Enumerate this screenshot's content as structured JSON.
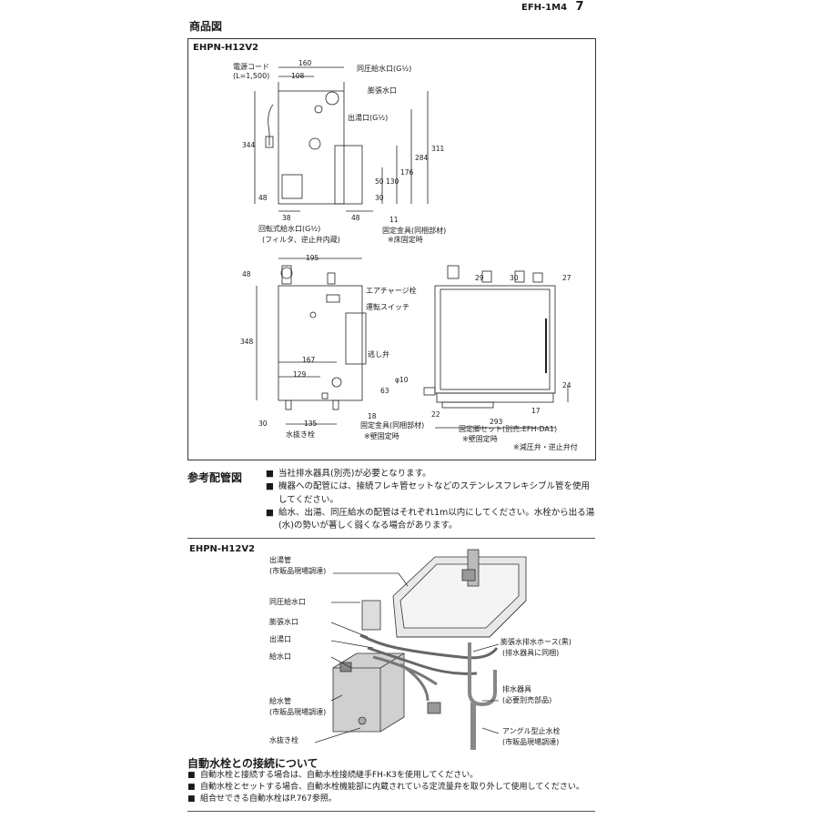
{
  "corner": {
    "code": "EFH-1M4",
    "mark": "7"
  },
  "product_section": {
    "title": "商品図",
    "model": "EHPN-H12V2"
  },
  "top_view": {
    "labels": {
      "power_cord": "電源コード",
      "power_cord_len": "(L=1,500)",
      "same_pressure_inlet": "同圧給水口(G½)",
      "expansion_outlet": "膨張水口",
      "hot_outlet": "出湯口(G½)",
      "rotary_inlet": "回転式給水口(G½)",
      "rotary_inlet_note": "(フィルタ、逆止弁内蔵)",
      "fixing_bracket": "固定金具(同梱部材)",
      "floor_fixing": "※床固定時"
    },
    "dims": [
      "160",
      "108",
      "344",
      "311",
      "284",
      "176",
      "130",
      "50",
      "30",
      "48",
      "38",
      "48",
      "11"
    ]
  },
  "front_view": {
    "labels": {
      "air_charge": "エアチャージ栓",
      "switch": "運転スイッチ",
      "relief": "逃し弁",
      "drain_plug": "水抜き栓",
      "fixing_bracket": "固定金具(同梱部材)",
      "wall_fixing": "※壁固定時",
      "diameter": "φ10"
    },
    "dims": [
      "195",
      "48",
      "348",
      "167",
      "129",
      "63",
      "18",
      "30",
      "135"
    ]
  },
  "side_view": {
    "labels": {
      "foot_set": "固定脚セット(別売:EFH-DA1)",
      "wall_fixing": "※壁固定時",
      "valve_note": "※減圧弁・逆止弁付"
    },
    "dims": [
      "29",
      "30",
      "27",
      "24",
      "17",
      "22",
      "293"
    ]
  },
  "piping_section": {
    "title": "参考配管図",
    "notes": [
      "当社排水器具(別売)が必要となります。",
      "機器への配管には、接続フレキ管セットなどのステンレスフレキシブル管を使用してください。",
      "給水、出湯、同圧給水の配管はそれぞれ1m以内にしてください。水栓から出る湯(水)の勢いが著しく弱くなる場合があります。"
    ],
    "model": "EHPN-H12V2",
    "labels": {
      "hot_pipe": "出湯管",
      "hot_pipe_note": "(市販品現場調達)",
      "same_pressure_inlet": "同圧給水口",
      "expansion_outlet": "膨張水口",
      "hot_outlet": "出湯口",
      "inlet": "給水口",
      "supply_pipe": "給水管",
      "supply_pipe_note": "(市販品現場調達)",
      "drain_plug": "水抜き栓",
      "exp_hose": "膨張水排水ホース(黒)",
      "exp_hose_note": "(排水器具に同梱)",
      "drain_fixture": "排水器具",
      "drain_fixture_note": "(必要別売部品)",
      "angle_valve": "アングル型止水栓",
      "angle_valve_note": "(市販品現場調達)"
    }
  },
  "auto_faucet_section": {
    "title": "自動水栓との接続について",
    "notes": [
      "自動水栓と接続する場合は、自動水栓接続継手FH-K3を使用してください。",
      "自動水栓とセットする場合、自動水栓機能部に内蔵されている定流量弁を取り外して使用してください。",
      "組合せできる自動水栓はP.767参照。"
    ]
  },
  "bullet": "■"
}
